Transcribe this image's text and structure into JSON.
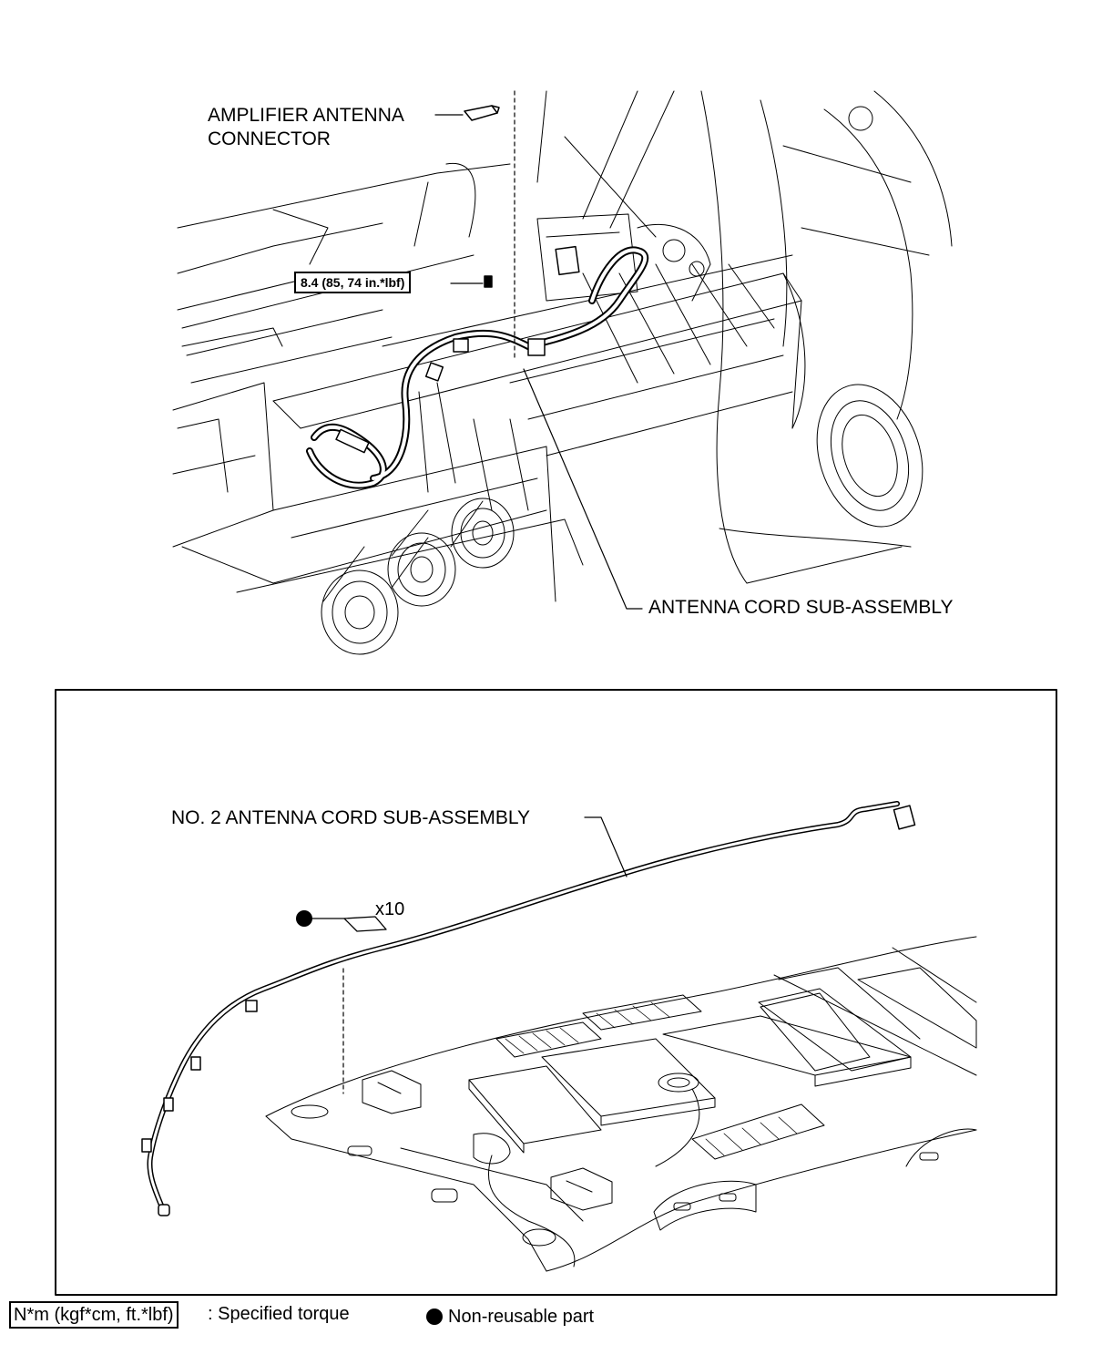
{
  "top_figure": {
    "label_amplifier_line1": "AMPLIFIER ANTENNA",
    "label_amplifier_line2": "CONNECTOR",
    "torque_value": "8.4 (85, 74 in.*lbf)",
    "label_antenna_cord": "ANTENNA CORD SUB-ASSEMBLY"
  },
  "bottom_figure": {
    "label_no2_cord": "NO. 2 ANTENNA CORD SUB-ASSEMBLY",
    "clip_quantity": "x10"
  },
  "legend": {
    "torque_units": "N*m (kgf*cm, ft.*lbf)",
    "torque_desc": ": Specified torque",
    "nonreusable_desc": "Non-reusable part"
  }
}
